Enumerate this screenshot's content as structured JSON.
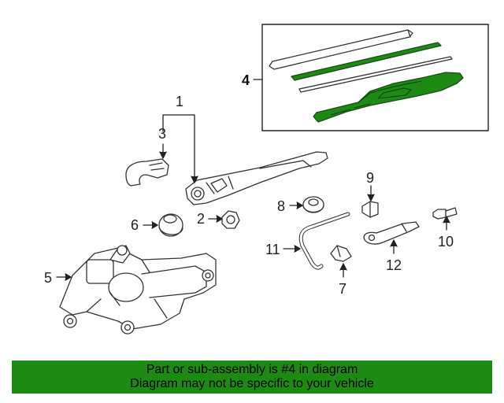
{
  "callouts": {
    "c1": "1",
    "c2": "2",
    "c3": "3",
    "c4": "4",
    "c5": "5",
    "c6": "6",
    "c7": "7",
    "c8": "8",
    "c9": "9",
    "c10": "10",
    "c11": "11",
    "c12": "12"
  },
  "highlight_color": "#1d8a14",
  "banner": {
    "line1": "Part or sub-assembly is #4 in diagram",
    "line2": "Diagram may not be specific to your vehicle"
  }
}
